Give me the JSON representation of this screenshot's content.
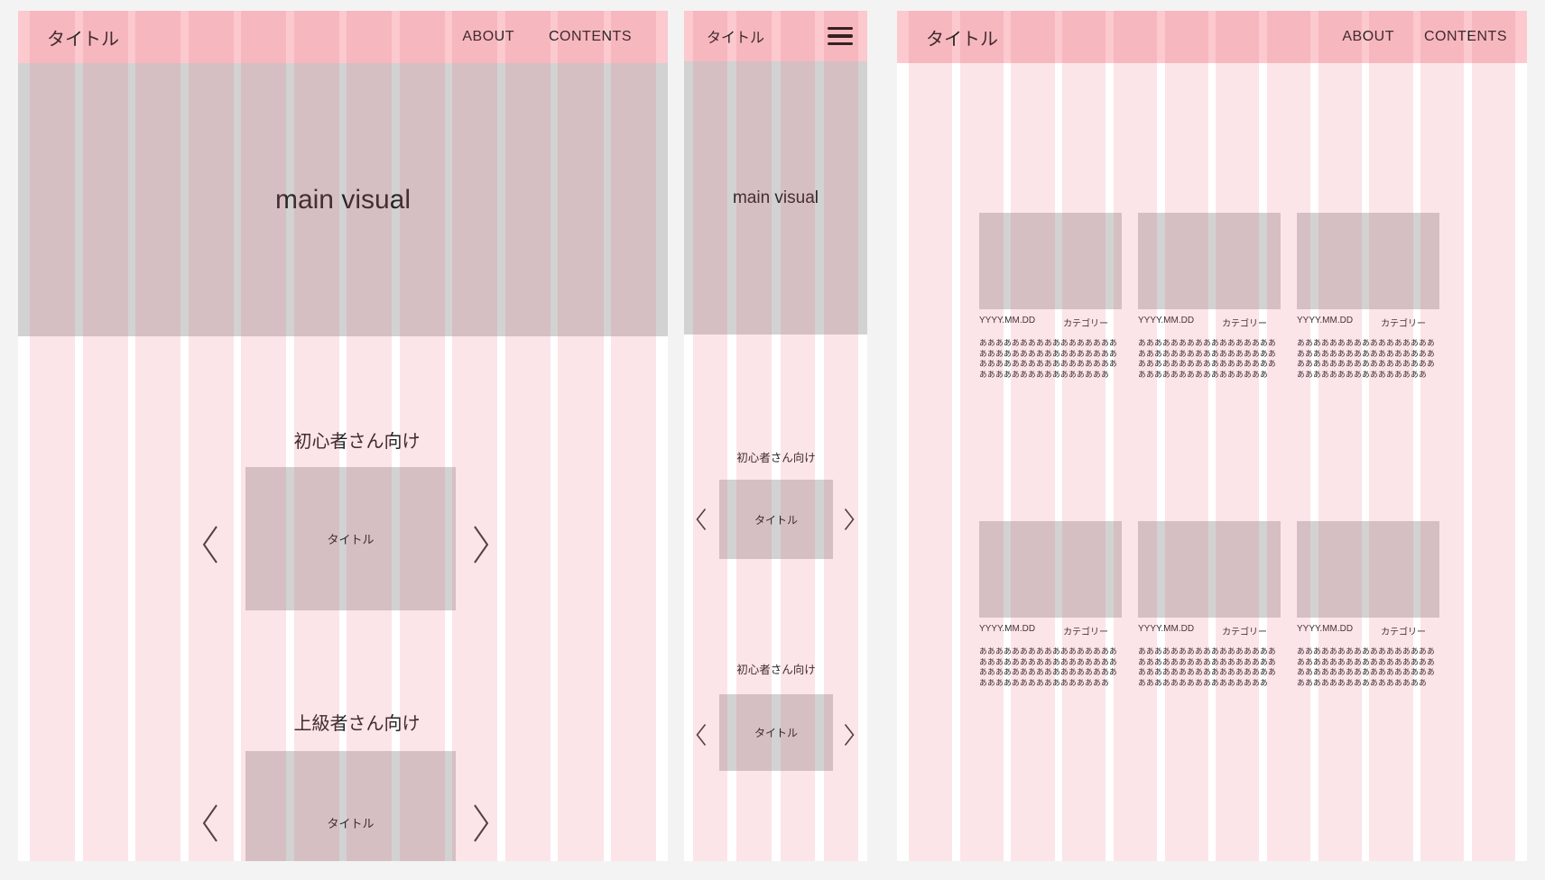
{
  "colors": {
    "canvas_bg": "#F3F3F3",
    "frame_bg": "#FFFFFF",
    "header_pink": "#FBC9CE",
    "block_gray": "#D2D2D2",
    "grid_overlay_pink": "rgba(233,92,112,0.16)",
    "text_dark": "#222222"
  },
  "icons": {
    "menu": "hamburger-icon",
    "prev": "chevron-left-icon",
    "next": "chevron-right-icon"
  },
  "desktop": {
    "header": {
      "title": "タイトル",
      "nav": [
        {
          "label": "ABOUT"
        },
        {
          "label": "CONTENTS"
        }
      ]
    },
    "main_visual_label": "main visual",
    "sections": [
      {
        "heading": "初心者さん向け",
        "card_title": "タイトル"
      },
      {
        "heading": "上級者さん向け",
        "card_title": "タイトル"
      }
    ]
  },
  "mobile": {
    "header": {
      "title": "タイトル"
    },
    "main_visual_label": "main visual",
    "sections": [
      {
        "heading": "初心者さん向け",
        "card_title": "タイトル"
      },
      {
        "heading": "初心者さん向け",
        "card_title": "タイトル"
      }
    ]
  },
  "contents": {
    "header": {
      "title": "タイトル",
      "nav": [
        {
          "label": "ABOUT"
        },
        {
          "label": "CONTENTS"
        }
      ]
    },
    "cards": [
      {
        "date": "YYYY.MM.DD",
        "category": "カテゴリー",
        "body": "あああああああああああああああああああああああああああああああああああああああああああああああああああああああああああああああああああ"
      },
      {
        "date": "YYYY.MM.DD",
        "category": "カテゴリー",
        "body": "あああああああああああああああああああああああああああああああああああああああああああああああああああああああああああああああああああ"
      },
      {
        "date": "YYYY.MM.DD",
        "category": "カテゴリー",
        "body": "あああああああああああああああああああああああああああああああああああああああああああああああああああああああああああああああああああ"
      },
      {
        "date": "YYYY.MM.DD",
        "category": "カテゴリー",
        "body": "あああああああああああああああああああああああああああああああああああああああああああああああああああああああああああああああああああ"
      },
      {
        "date": "YYYY.MM.DD",
        "category": "カテゴリー",
        "body": "あああああああああああああああああああああああああああああああああああああああああああああああああああああああああああああああああああ"
      },
      {
        "date": "YYYY.MM.DD",
        "category": "カテゴリー",
        "body": "あああああああああああああああああああああああああああああああああああああああああああああああああああああああああああああああああああ"
      }
    ]
  }
}
